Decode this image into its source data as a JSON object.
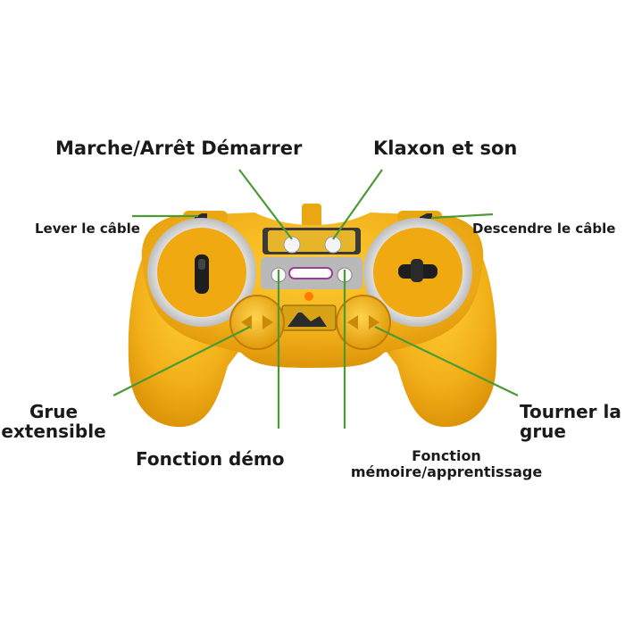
{
  "labels": {
    "start_stop": "Marche/Arrêt Démarrer",
    "horn": "Klaxon et son",
    "raise_cable_left": "Lever le câble",
    "lower_cable_right": "Descendre le câble",
    "extend_crane_line1": "Grue",
    "extend_crane_line2": "extensible",
    "rotate_crane_line1": "Tourner la",
    "rotate_crane_line2": "grue",
    "demo_function": "Fonction démo",
    "memory_line1": "Fonction",
    "memory_line2": "mémoire/apprentissage"
  },
  "colors": {
    "background": "#ffffff",
    "controller_body": "#f2b019",
    "controller_shadow": "#d98f06",
    "pointer_line": "#4c9a34",
    "panel": "#b9b9b9",
    "text": "#1a1a1a"
  },
  "icons": {
    "joystick": "joystick-icon",
    "dial": "dial-icon",
    "led": "indicator-led-icon"
  }
}
